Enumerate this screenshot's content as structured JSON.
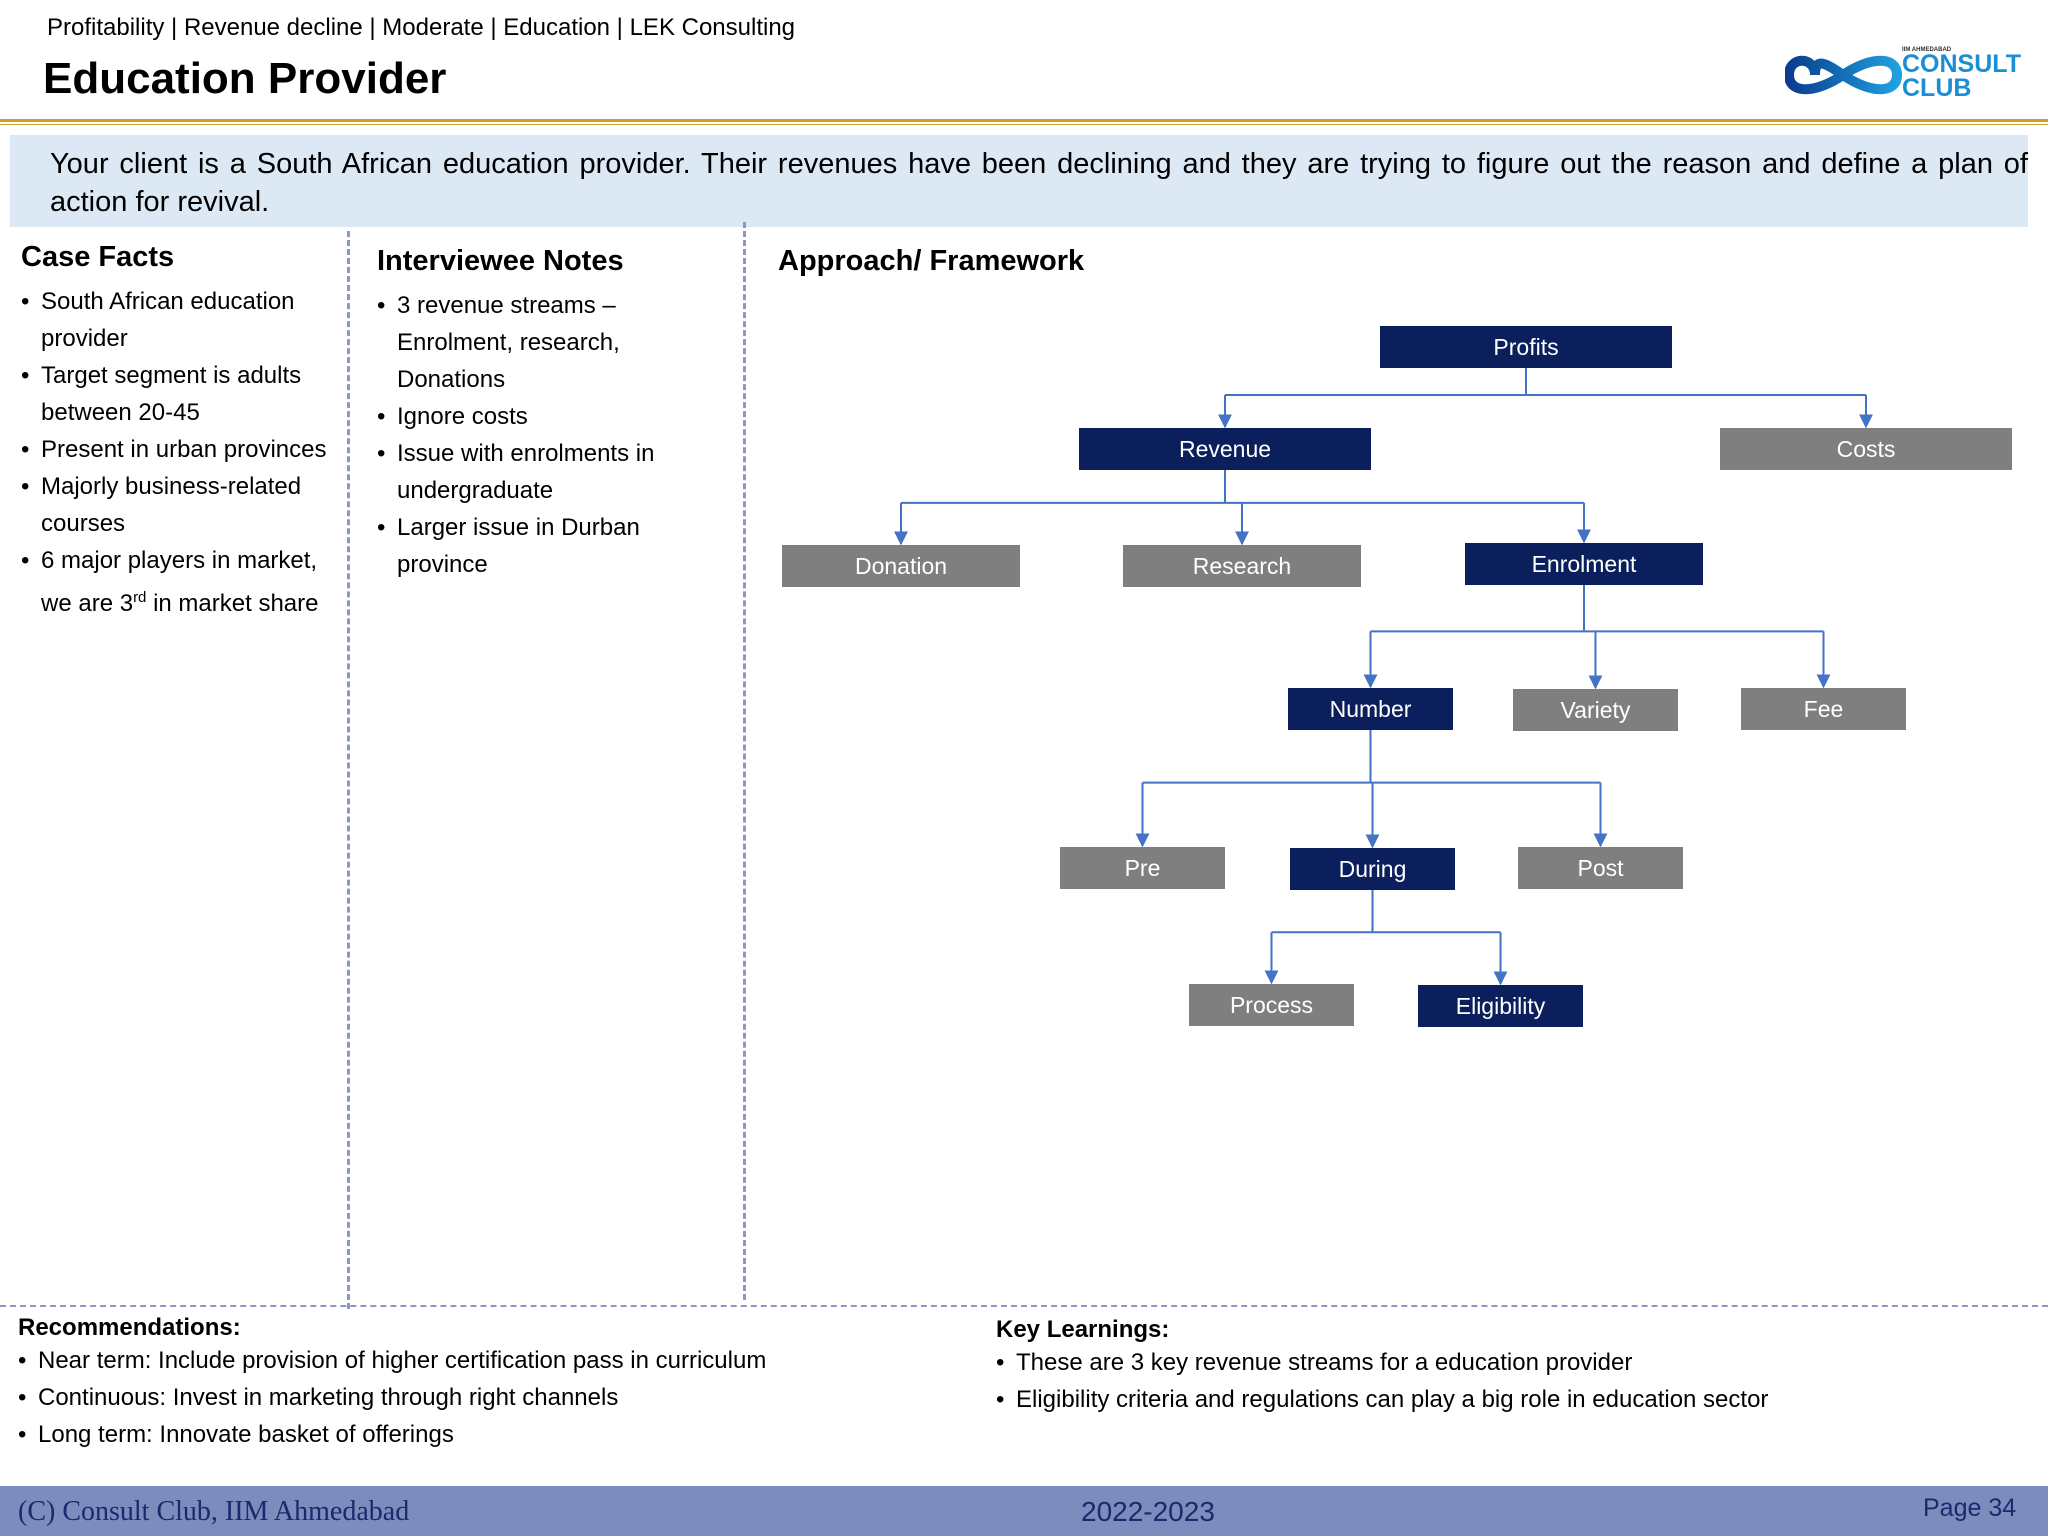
{
  "header": {
    "tagline": "Profitability | Revenue decline | Moderate | Education | LEK Consulting",
    "title": "Education Provider",
    "logo": {
      "small_text": "IIM AHMEDABAD",
      "line1": "CONSULT",
      "line2": "CLUB",
      "icon": "infinity-logo-icon"
    }
  },
  "brief": "Your client is a South African education provider. Their revenues have been declining and they are trying to figure out the reason and define a plan of action for revival.",
  "case_facts": {
    "heading": "Case Facts",
    "items": [
      "South African education provider",
      "Target segment is adults between 20-45",
      "Present in urban provinces",
      "Majorly business-related courses"
    ],
    "last_item": {
      "before": "6 major players in market, we are 3",
      "sup": "rd",
      "after": " in market share"
    }
  },
  "interviewee_notes": {
    "heading": "Interviewee Notes",
    "items": [
      "3 revenue streams – Enrolment, research, Donations",
      "Ignore costs",
      "Issue with enrolments in undergraduate",
      "Larger issue in Durban province"
    ]
  },
  "framework": {
    "heading": "Approach/ Framework",
    "nodes": [
      {
        "id": "profits",
        "label": "Profits",
        "style": "dark"
      },
      {
        "id": "revenue",
        "label": "Revenue",
        "style": "dark"
      },
      {
        "id": "costs",
        "label": "Costs",
        "style": "grey"
      },
      {
        "id": "donation",
        "label": "Donation",
        "style": "grey"
      },
      {
        "id": "research",
        "label": "Research",
        "style": "grey"
      },
      {
        "id": "enrolment",
        "label": "Enrolment",
        "style": "dark"
      },
      {
        "id": "number",
        "label": "Number",
        "style": "dark"
      },
      {
        "id": "variety",
        "label": "Variety",
        "style": "grey"
      },
      {
        "id": "fee",
        "label": "Fee",
        "style": "grey"
      },
      {
        "id": "pre",
        "label": "Pre",
        "style": "grey"
      },
      {
        "id": "during",
        "label": "During",
        "style": "dark"
      },
      {
        "id": "post",
        "label": "Post",
        "style": "grey"
      },
      {
        "id": "process",
        "label": "Process",
        "style": "grey"
      },
      {
        "id": "eligibility",
        "label": "Eligibility",
        "style": "dark"
      }
    ],
    "edges": [
      [
        "profits",
        "revenue"
      ],
      [
        "profits",
        "costs"
      ],
      [
        "revenue",
        "donation"
      ],
      [
        "revenue",
        "research"
      ],
      [
        "revenue",
        "enrolment"
      ],
      [
        "enrolment",
        "number"
      ],
      [
        "enrolment",
        "variety"
      ],
      [
        "enrolment",
        "fee"
      ],
      [
        "number",
        "pre"
      ],
      [
        "number",
        "during"
      ],
      [
        "number",
        "post"
      ],
      [
        "during",
        "process"
      ],
      [
        "during",
        "eligibility"
      ]
    ],
    "colors": {
      "dark": "#0b1f5c",
      "grey": "#7f7f7f",
      "connector": "#4472c4"
    }
  },
  "recommendations": {
    "heading": "Recommendations:",
    "items": [
      "Near term: Include provision of higher certification pass in curriculum",
      "Continuous: Invest in marketing through right channels",
      "Long term: Innovate basket of offerings"
    ]
  },
  "key_learnings": {
    "heading": "Key Learnings:",
    "items": [
      "These are 3 key revenue streams for a education provider",
      "Eligibility criteria and regulations can play a big role in education sector"
    ]
  },
  "footer": {
    "left": "(C) Consult Club, IIM Ahmedabad",
    "center": "2022-2023",
    "page": "Page 34"
  }
}
